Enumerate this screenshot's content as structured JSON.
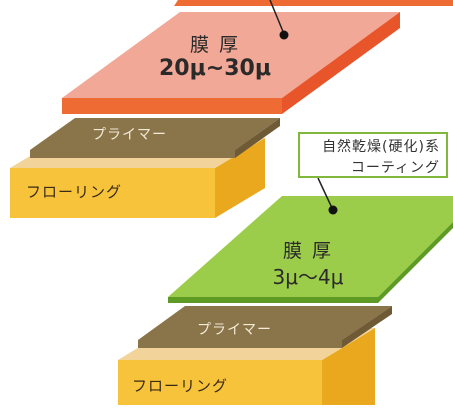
{
  "colors": {
    "coating_top": "#f2a896",
    "coating_side": "#ee6b33",
    "primer": "#8a7449",
    "flooring_top": "#f2d49a",
    "flooring_side": "#f3bb2c",
    "flooring_front": "#f6c33a",
    "green_top": "#9ccd4a",
    "green_side": "#5e9b25",
    "callout_border": "#7fb83a"
  },
  "top_diagram": {
    "thickness_label": "膜 厚",
    "thickness_value": "20μ~30μ",
    "primer_label": "プライマー",
    "flooring_label": "フローリング"
  },
  "bottom_diagram": {
    "callout_line1": "自然乾燥(硬化)系",
    "callout_line2": "コーティング",
    "thickness_label": "膜 厚",
    "thickness_value": "3μ〜4μ",
    "primer_label": "プライマー",
    "flooring_label": "フローリング"
  }
}
